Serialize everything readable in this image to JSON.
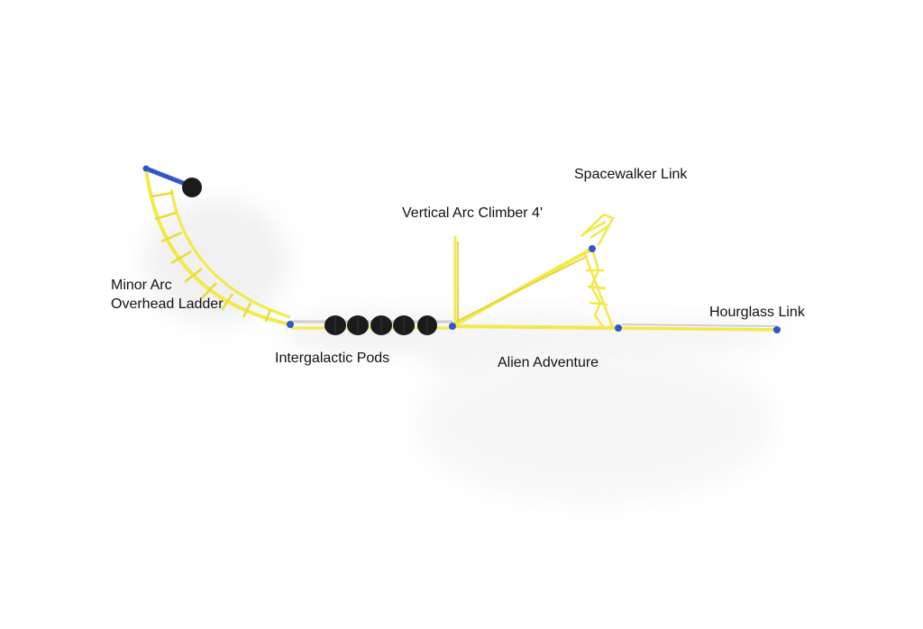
{
  "labels": {
    "minor_arc_line1": "Minor Arc",
    "minor_arc_line2": "Overhead Ladder",
    "intergalactic_pods": "Intergalactic Pods",
    "vertical_arc_climber": "Vertical Arc Climber 4'",
    "alien_adventure": "Alien Adventure",
    "spacewalker_link": "Spacewalker Link",
    "hourglass_link": "Hourglass Link"
  },
  "colors": {
    "frame_yellow": "#f2e94a",
    "frame_yellow_dark": "#d9c92a",
    "post_blue": "#2f58c8",
    "pod_black": "#1b1b1b",
    "shadow_gray": "#ececec",
    "text": "#111111"
  },
  "components": [
    {
      "name": "Minor Arc Overhead Ladder"
    },
    {
      "name": "Intergalactic Pods",
      "pod_count": 5
    },
    {
      "name": "Vertical Arc Climber 4'"
    },
    {
      "name": "Alien Adventure"
    },
    {
      "name": "Spacewalker Link"
    },
    {
      "name": "Hourglass Link"
    }
  ]
}
